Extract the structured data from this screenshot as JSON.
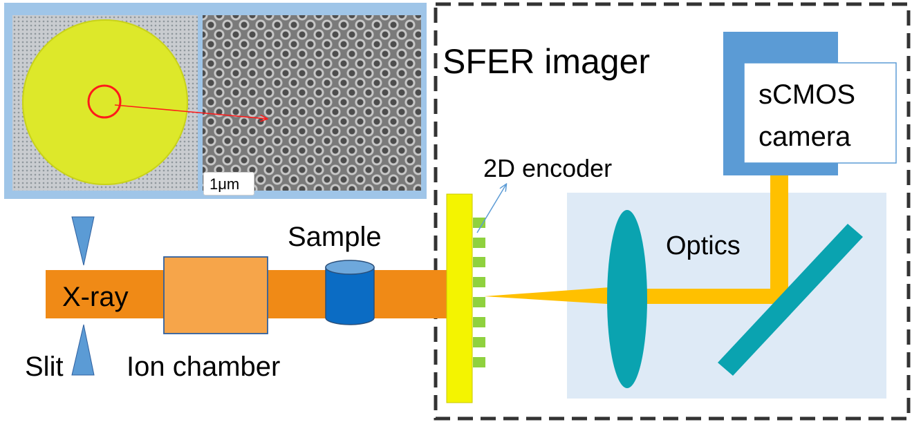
{
  "labels": {
    "scale_bar": "1μm",
    "imager_title": "SFER imager",
    "camera_line1": "sCMOS",
    "camera_line2": "camera",
    "encoder": "2D encoder",
    "optics": "Optics",
    "sample": "Sample",
    "xray": "X-ray",
    "slit": "Slit",
    "ion_chamber": "Ion chamber"
  },
  "colors": {
    "inset_border": "#9fc5e8",
    "beam": "#f08a16",
    "ion_chamber_fill": "#f6a54a",
    "sample": "#0b6cc4",
    "encoder": "#f4f400",
    "encoder_pixels": "#8fd13f",
    "light_path": "#ffc000",
    "optics_box": "#deeaf6",
    "lens": "#0aa3b0",
    "camera": "#5b9bd5",
    "slit": "#5b9bd5",
    "zoom_marker": "#ff1a1a"
  }
}
